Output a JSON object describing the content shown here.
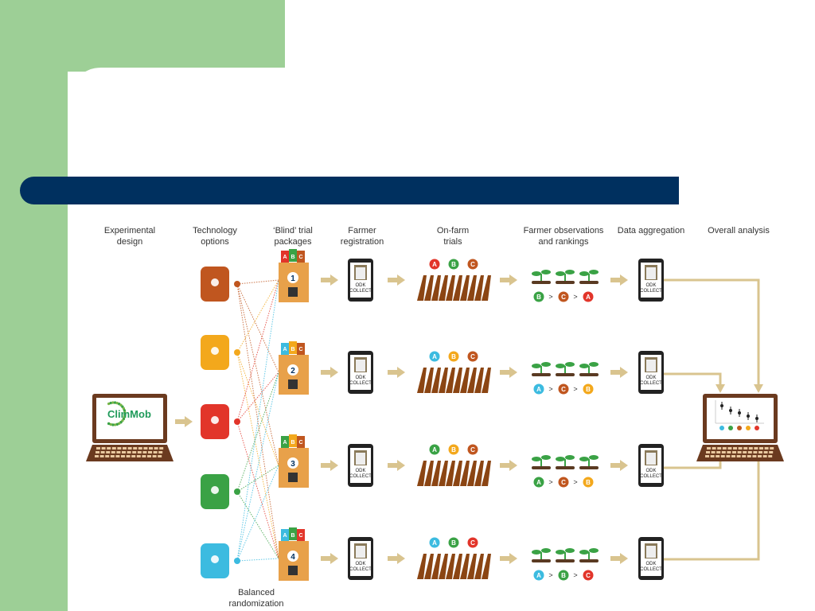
{
  "colors": {
    "green": "#9dcf96",
    "navy": "#00305f",
    "arrow": "#d9c48f",
    "brown": "#6b3a1f",
    "red": "#e2352a",
    "green_opt": "#3aa245",
    "brown_opt": "#c0561f",
    "yellow": "#f3a81c",
    "cyan": "#3cbbe0"
  },
  "headers": {
    "experimental_design": [
      "Experimental",
      "design"
    ],
    "technology_options": [
      "Technology",
      "options"
    ],
    "blind_packages": [
      "‘Blind’ trial",
      "packages"
    ],
    "farmer_registration": [
      "Farmer",
      "registration"
    ],
    "onfarm_trials": [
      "On-farm",
      "trials"
    ],
    "farmer_observations": [
      "Farmer observations",
      "and rankings"
    ],
    "data_aggregation": [
      "Data aggregation"
    ],
    "overall_analysis": [
      "Overall analysis"
    ]
  },
  "climmob_label": "ClimMob",
  "odk_label": [
    "ODK",
    "COLLECT"
  ],
  "balanced_randomization": [
    "Balanced",
    "randomization"
  ],
  "technology_options": [
    "brown",
    "yellow",
    "red",
    "green",
    "cyan"
  ],
  "rows": [
    {
      "package": "1",
      "options": {
        "A": "red",
        "B": "green",
        "C": "brown"
      },
      "ranking": [
        "B",
        "C",
        "A"
      ]
    },
    {
      "package": "2",
      "options": {
        "A": "cyan",
        "B": "yellow",
        "C": "brown"
      },
      "ranking": [
        "A",
        "C",
        "B"
      ]
    },
    {
      "package": "3",
      "options": {
        "A": "green",
        "B": "yellow",
        "C": "brown"
      },
      "ranking": [
        "A",
        "C",
        "B"
      ]
    },
    {
      "package": "4",
      "options": {
        "A": "cyan",
        "B": "green",
        "C": "red"
      },
      "ranking": [
        "A",
        "B",
        "C"
      ]
    }
  ],
  "rank_separator": ">",
  "analysis_legend": [
    "cyan",
    "green",
    "brown",
    "yellow",
    "red"
  ]
}
